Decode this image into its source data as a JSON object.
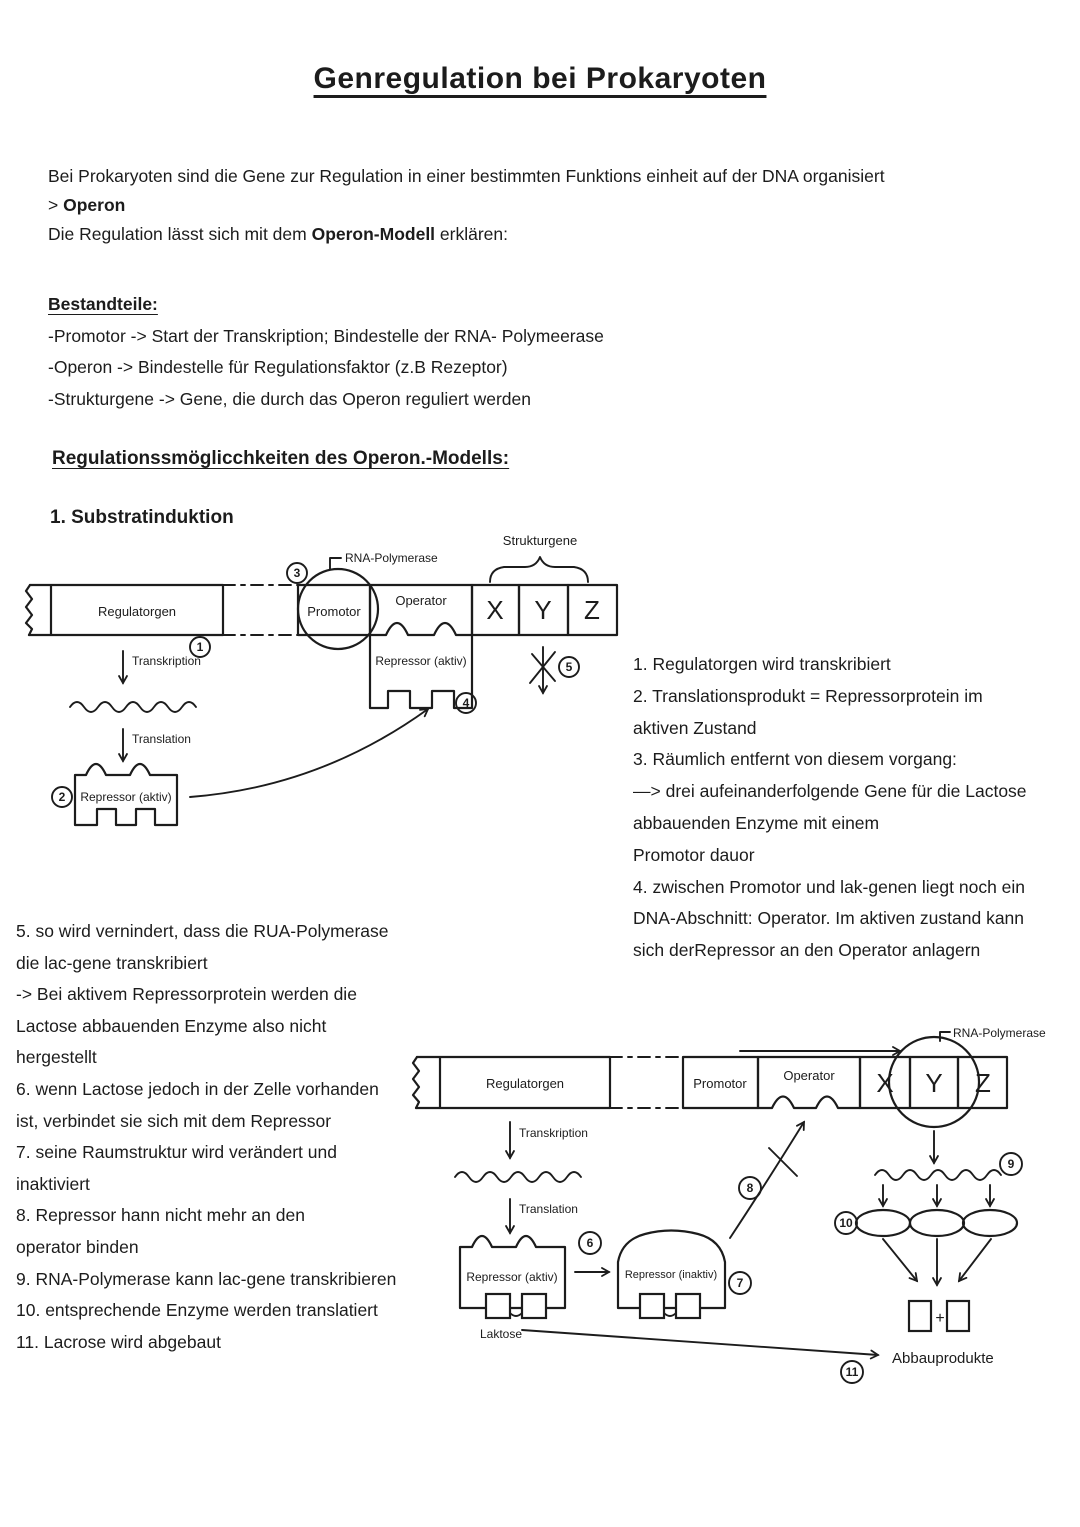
{
  "title": "Genregulation bei Prokaryoten",
  "intro": {
    "line1": "Bei Prokaryoten sind die Gene zur Regulation in einer bestimmten Funktions einheit auf der DNA organisiert",
    "line2_pre": "> ",
    "line2_bold": "Operon",
    "line3_pre": "Die Regulation lässt sich mit dem ",
    "line3_bold": "Operon-Modell",
    "line3_post": " erklären:"
  },
  "bestandteile": {
    "heading": "Bestandteile:",
    "items": [
      "-Promotor -> Start der Transkription; Bindestelle der RNA- Polymeerase",
      "-Operon -> Bindestelle für Regulationsfaktor (z.B Rezeptor)",
      "-Strukturgene -> Gene, die durch das Operon reguliert werden"
    ]
  },
  "regulation_heading": "Regulationssmöglicchkeiten des Operon.-Modells:",
  "section1_heading": "1. Substratinduktion",
  "diagram1": {
    "strukturgene": "Strukturgene",
    "rna_polymerase": "RNA-Polymerase",
    "regulatorgen": "Regulatorgen",
    "promotor": "Promotor",
    "operator": "Operator",
    "gene_x": "X",
    "gene_y": "Y",
    "gene_z": "Z",
    "transkription": "Transkription",
    "translation": "Translation",
    "repressor_aktiv": "Repressor (aktiv)",
    "n1": "1",
    "n2": "2",
    "n3": "3",
    "n4": "4",
    "n5": "5"
  },
  "steps_right": {
    "lines": [
      "1. Regulatorgen wird transkribiert",
      "2. Translationsprodukt = Repressorprotein im",
      "aktiven Zustand",
      "3. Räumlich entfernt von diesem vorgang:",
      "—> drei aufeinanderfolgende Gene für die Lactose",
      "abbauenden Enzyme mit einem",
      "Promotor dauor",
      "4. zwischen Promotor und lak-genen liegt noch ein",
      "DNA-Abschnitt: Operator. Im aktiven zustand kann",
      "sich derRepressor an den Operator anlagern"
    ]
  },
  "steps_left": {
    "lines": [
      "5. so wird vernindert, dass die RUA-Polymerase",
      "die lac-gene transkribiert",
      "-> Bei aktivem Repressorprotein werden die",
      "Lactose abbauenden Enzyme also nicht",
      "hergestellt",
      "6. wenn Lactose jedoch in der Zelle vorhanden",
      "ist, verbindet sie sich mit dem Repressor",
      "7. seine Raumstruktur wird verändert und",
      "inaktiviert",
      "8. Repressor hann nicht mehr an den",
      "operator binden",
      "9. RNA-Polymerase kann lac-gene transkribieren",
      "10. entsprechende Enzyme werden translatiert",
      "11. Lacrose wird abgebaut"
    ]
  },
  "diagram2": {
    "rna_polymerase": "RNA-Polymerase",
    "regulatorgen": "Regulatorgen",
    "promotor": "Promotor",
    "operator": "Operator",
    "gene_x": "X",
    "gene_y": "Y",
    "gene_z": "Z",
    "transkription": "Transkription",
    "translation": "Translation",
    "repressor_aktiv": "Repressor (aktiv)",
    "repressor_inaktiv": "Repressor (inaktiv)",
    "laktose": "Laktose",
    "plus": "+",
    "abbauprodukte": "Abbauprodukte",
    "n6": "6",
    "n7": "7",
    "n8": "8",
    "n9": "9",
    "n10": "10",
    "n11": "11"
  }
}
